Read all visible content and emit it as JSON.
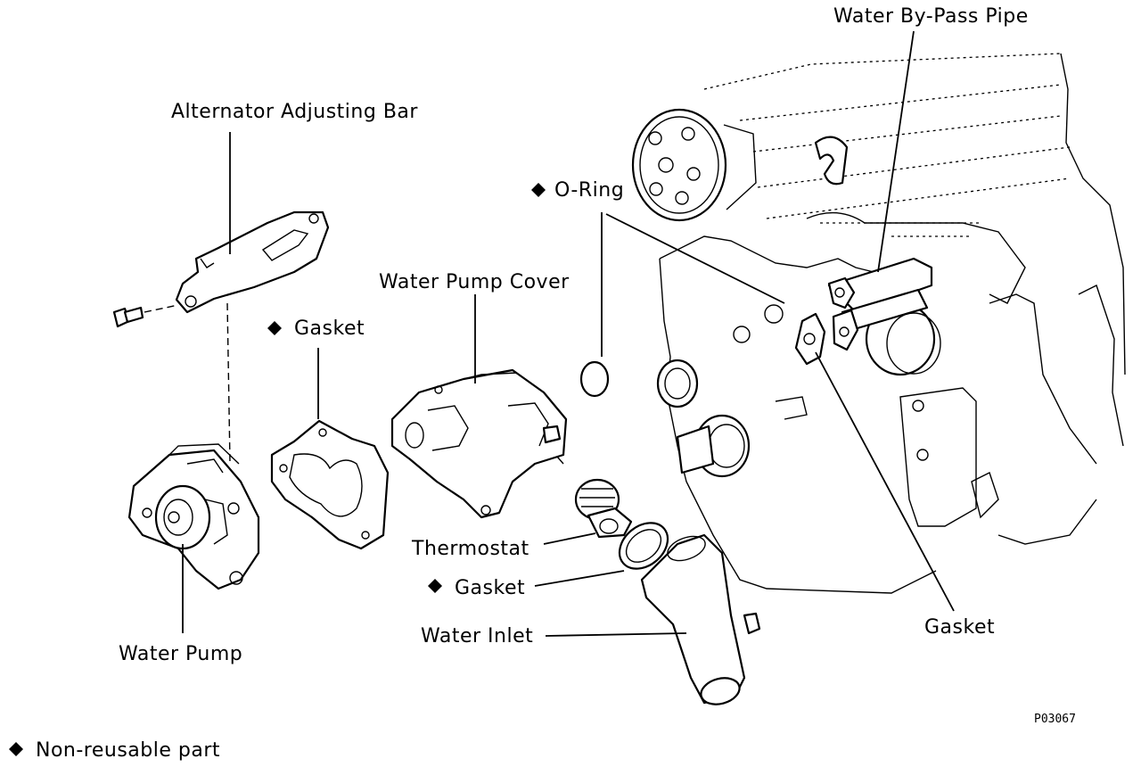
{
  "labels": {
    "water_bypass_pipe": "Water By-Pass Pipe",
    "alternator_adjusting_bar": "Alternator Adjusting Bar",
    "o_ring": "O-Ring",
    "water_pump_cover": "Water Pump Cover",
    "gasket_pump": "Gasket",
    "thermostat": "Thermostat",
    "gasket_inlet": "Gasket",
    "water_inlet": "Water Inlet",
    "water_pump": "Water Pump",
    "gasket_bypass": "Gasket",
    "figure_code": "P03067",
    "legend": "Non-reusable part"
  },
  "symbols": {
    "non_reusable_marker": "◆"
  },
  "colors": {
    "ink": "#000000",
    "paper": "#ffffff"
  }
}
